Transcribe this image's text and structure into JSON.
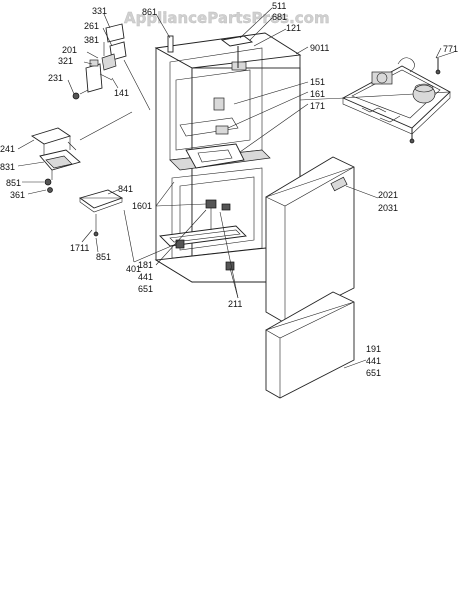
{
  "watermark": "AppliancePartsPros.com",
  "colors": {
    "line": "#222222",
    "watermark": "#d0d0d0",
    "background": "#ffffff"
  },
  "labels": {
    "l331": "331",
    "l261": "261",
    "l381": "381",
    "l201": "201",
    "l321": "321",
    "l231": "231",
    "l141": "141",
    "l861": "861",
    "l511": "511",
    "l681": "681",
    "l121": "121",
    "l9011": "9011",
    "l771": "771",
    "l151": "151",
    "l161": "161",
    "l171": "171",
    "l241": "241",
    "l831": "831",
    "l851a": "851",
    "l361": "361",
    "l841": "841",
    "l1601": "1601",
    "l1711": "1711",
    "l851b": "851",
    "l401": "401",
    "l181": "181",
    "l441a": "441",
    "l651a": "651",
    "l211": "211",
    "l2021": "2021",
    "l2031": "2031",
    "l191": "191",
    "l441b": "441",
    "l651b": "651"
  }
}
